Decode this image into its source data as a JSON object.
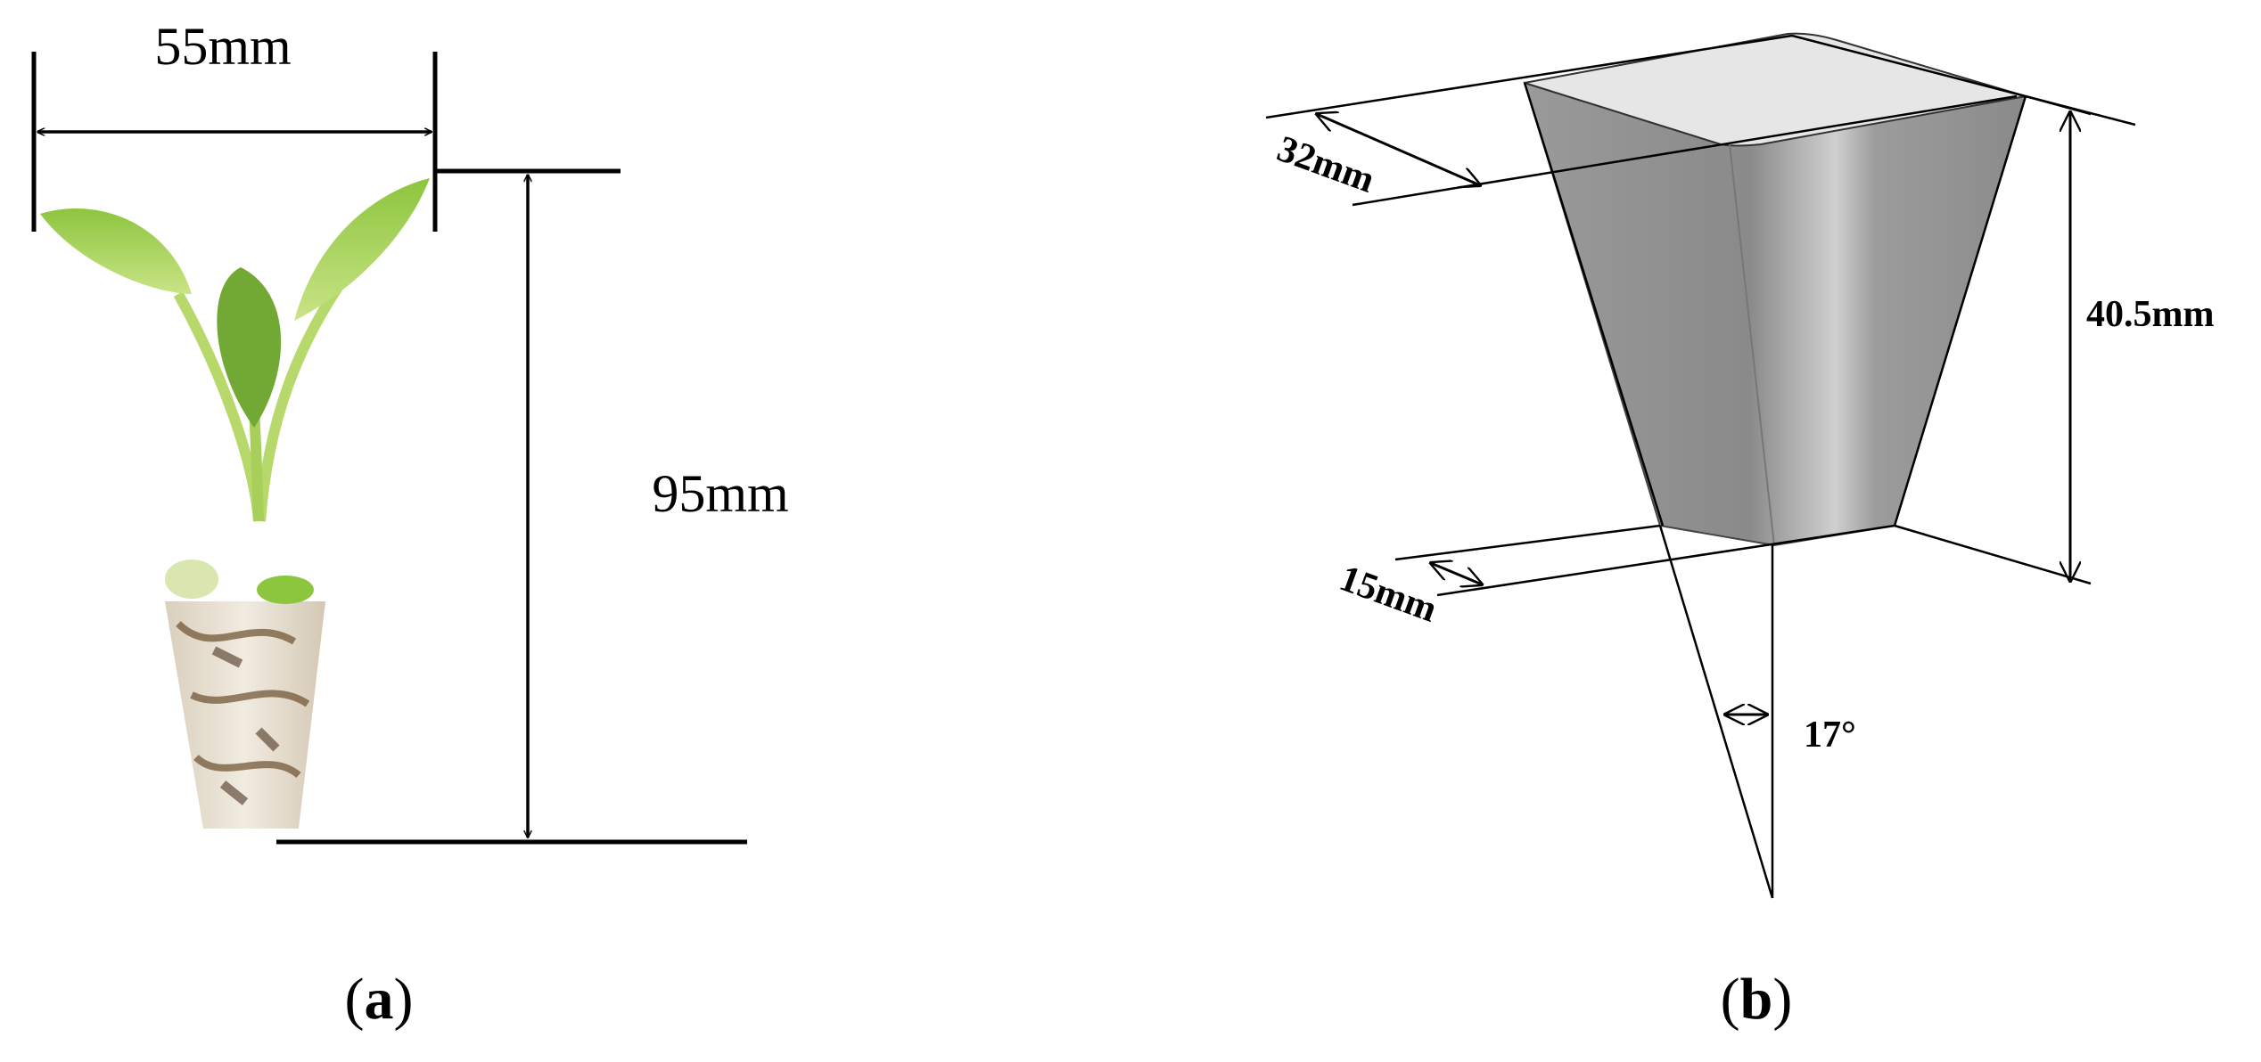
{
  "panel_a": {
    "width_label": "55mm",
    "height_label": "95mm",
    "caption_open": "(",
    "caption_letter": "a",
    "caption_close": ")"
  },
  "panel_b": {
    "top_depth_label": "32mm",
    "height_label": "40.5mm",
    "bottom_depth_label": "15mm",
    "angle_label": "17°",
    "caption_open": "(",
    "caption_letter": "b",
    "caption_close": ")"
  },
  "colors": {
    "line": "#000000",
    "cup_top": "#e6e6e6",
    "cup_side": "#8e8e8e",
    "leaf": "#9ccc4a",
    "leaf_dark": "#6fa82c",
    "plug_soil": "#e8e0d2"
  }
}
